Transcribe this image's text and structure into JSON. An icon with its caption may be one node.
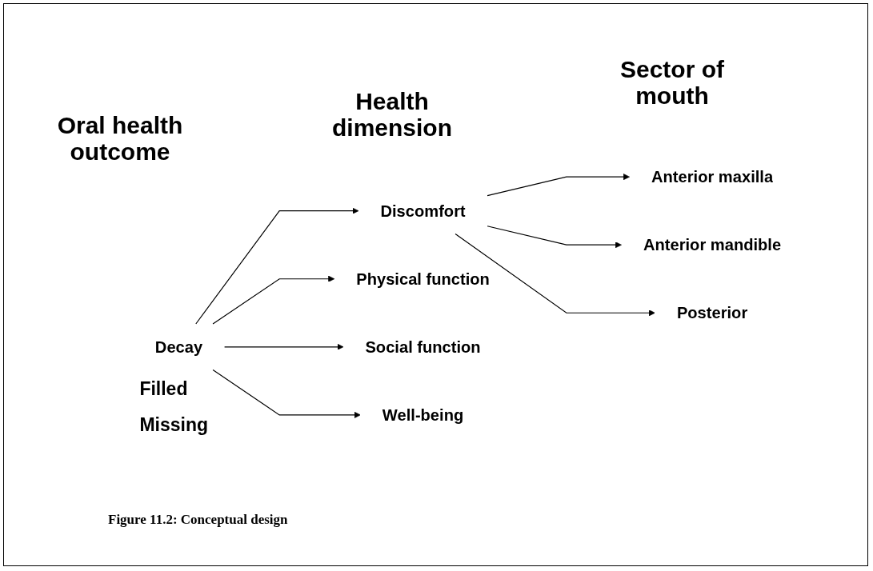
{
  "diagram": {
    "caption": "Figure 11.2: Conceptual design",
    "nodes": [
      {
        "text": [
          "Decay"
        ]
      },
      {
        "text": [
          "Discomfort"
        ]
      },
      {
        "text": [
          "Physical function"
        ]
      },
      {
        "text": [
          "Social function"
        ]
      },
      {
        "text": [
          "Well-being"
        ]
      },
      {
        "text": [
          "Anterior maxilla"
        ]
      },
      {
        "text": [
          "Anterior mandible"
        ]
      },
      {
        "text": [
          "Posterior"
        ]
      }
    ],
    "edges": [
      {
        "from": 0,
        "to": 1,
        "arrow": "to"
      },
      {
        "from": 0,
        "to": 2,
        "arrow": "to"
      },
      {
        "from": 0,
        "to": 3,
        "arrow": "to"
      },
      {
        "from": 0,
        "to": 4,
        "arrow": "to"
      },
      {
        "from": 1,
        "to": 5,
        "arrow": "to"
      },
      {
        "from": 1,
        "to": 6,
        "arrow": "to"
      },
      {
        "from": 1,
        "to": 7,
        "arrow": "to"
      }
    ],
    "labels": [
      "Oral health outcome",
      "Health dimension",
      "Sector of mouth",
      "Filled",
      "Missing"
    ]
  }
}
